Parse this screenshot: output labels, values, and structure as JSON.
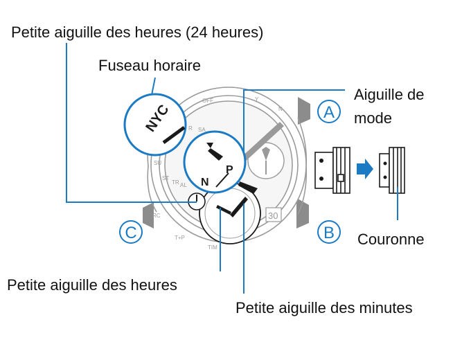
{
  "labels": {
    "small_hour_24": "Petite aiguille des heures (24 heures)",
    "time_zone": "Fuseau horaire",
    "mode_hand_line1": "Aiguille de",
    "mode_hand_line2": "mode",
    "crown": "Couronne",
    "small_hour": "Petite aiguille des heures",
    "small_minute": "Petite aiguille des minutes"
  },
  "buttons": {
    "a": "A",
    "b": "B",
    "c": "C"
  },
  "dial_marks": {
    "zone_code": "NYC",
    "mode_p": "P",
    "mode_n": "N",
    "date": "30",
    "off": "OFF",
    "y": "Y",
    "n": "N",
    "r": "R",
    "sa": "SA",
    "rc": "RC",
    "tp": "T+P",
    "tim": "TIM",
    "st": "ST",
    "tr": "TR",
    "al": "AL",
    "su": "SU"
  },
  "colors": {
    "accent": "#1a7ac4",
    "watch_outline": "#9a9a9a",
    "watch_fill": "#e9e9e9",
    "hand": "#1a1a1a",
    "bezel_button": "#8c8c8c"
  }
}
